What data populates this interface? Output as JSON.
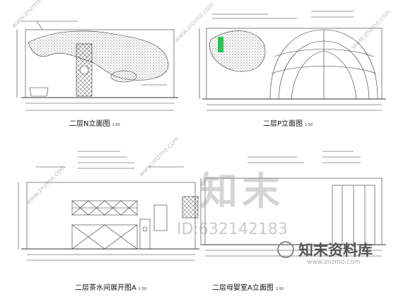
{
  "drawings": [
    {
      "title": "二层N立面图",
      "scale": "1:50"
    },
    {
      "title": "二层P立面图",
      "scale": "1:50"
    },
    {
      "title": "二层茶水间展开图A",
      "scale": "1:50"
    },
    {
      "title": "二层母婴室A立面图",
      "scale": "1:50"
    }
  ],
  "watermark": {
    "big_text": "知末",
    "id_text": "ID:632142183",
    "brand": "知末资料库",
    "url": "www.znzmo.com"
  },
  "colors": {
    "line": "#333333",
    "hatch": "#555555",
    "accent_green": "#2fbf55"
  }
}
